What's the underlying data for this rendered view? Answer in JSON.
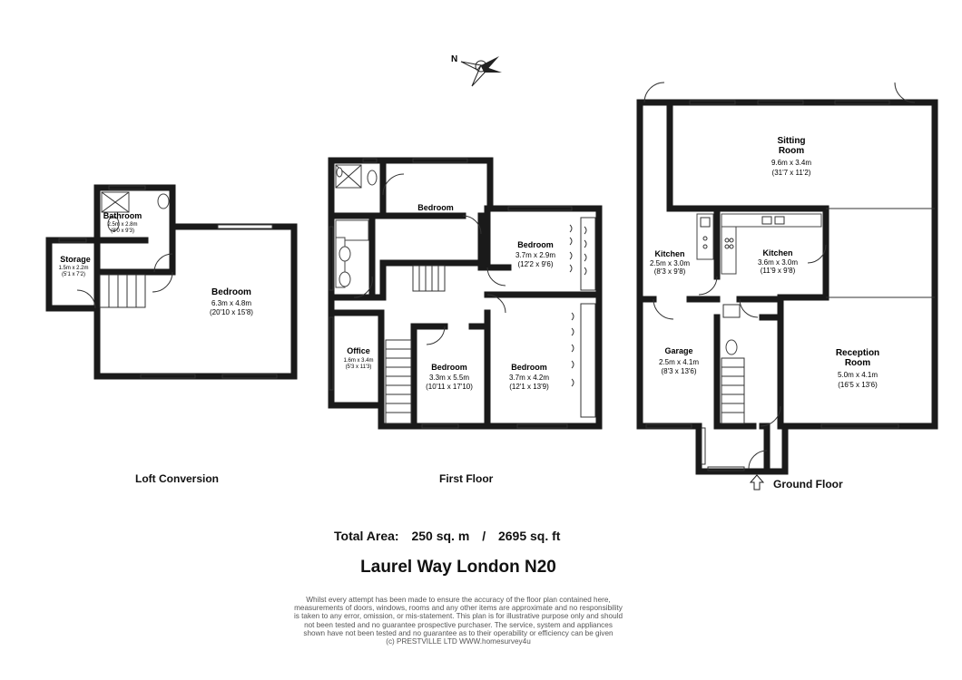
{
  "floors": {
    "loft": "Loft Conversion",
    "first": "First Floor",
    "ground": "Ground Floor"
  },
  "compass": {
    "north": "N"
  },
  "rooms": {
    "loft_bedroom": {
      "name": "Bedroom",
      "dim_m": "6.3m x 4.8m",
      "dim_ft": "(20'10 x 15'8)"
    },
    "loft_bathroom": {
      "name": "Bathroom",
      "dim_m": "2.5m x 2.8m",
      "dim_ft": "(8'0 x 9'3)"
    },
    "loft_storage": {
      "name": "Storage",
      "dim_m": "1.5m x 2.2m",
      "dim_ft": "(5'1 x 7'2)"
    },
    "first_bedroom_top": {
      "name": "Bedroom"
    },
    "first_bedroom_2": {
      "name": "Bedroom",
      "dim_m": "3.7m x 2.9m",
      "dim_ft": "(12'2 x 9'6)"
    },
    "first_bedroom_3": {
      "name": "Bedroom",
      "dim_m": "3.3m x 5.5m",
      "dim_ft": "(10'11 x 17'10)"
    },
    "first_bedroom_4": {
      "name": "Bedroom",
      "dim_m": "3.7m x 4.2m",
      "dim_ft": "(12'1 x 13'9)"
    },
    "first_office": {
      "name": "Office",
      "dim_m": "1.6m x 3.4m",
      "dim_ft": "(5'3 x 11'3)"
    },
    "ground_sitting": {
      "name1": "Sitting",
      "name2": "Room",
      "dim_m": "9.6m x 3.4m",
      "dim_ft": "(31'7 x 11'2)"
    },
    "ground_kitchen1": {
      "name": "Kitchen",
      "dim_m": "2.5m x 3.0m",
      "dim_ft": "(8'3 x 9'8)"
    },
    "ground_kitchen2": {
      "name": "Kitchen",
      "dim_m": "3.6m x 3.0m",
      "dim_ft": "(11'9 x 9'8)"
    },
    "ground_garage": {
      "name": "Garage",
      "dim_m": "2.5m x 4.1m",
      "dim_ft": "(8'3 x 13'6)"
    },
    "ground_reception": {
      "name1": "Reception",
      "name2": "Room",
      "dim_m": "5.0m x 4.1m",
      "dim_ft": "(16'5 x 13'6)"
    }
  },
  "total_area": {
    "label": "Total Area:",
    "sqm": "250 sq. m",
    "sep": "/",
    "sqft": "2695 sq. ft"
  },
  "address": "Laurel Way London N20",
  "disclaimer": [
    "Whilst every attempt has been made to ensure the accuracy of the floor plan contained here,",
    "measurements of doors, windows, rooms and any other items are approximate and no responsibility",
    "is taken to any error, omission, or mis-statement. This plan is for illustrative purpose only and should",
    "not been tested and no guarantee prospective purchaser. The service, system and appliances",
    "shown have not been tested and no guarantee as to their operability or efficiency can be given",
    "(c) PRESTVILLE LTD WWW.homesurvey4u"
  ]
}
